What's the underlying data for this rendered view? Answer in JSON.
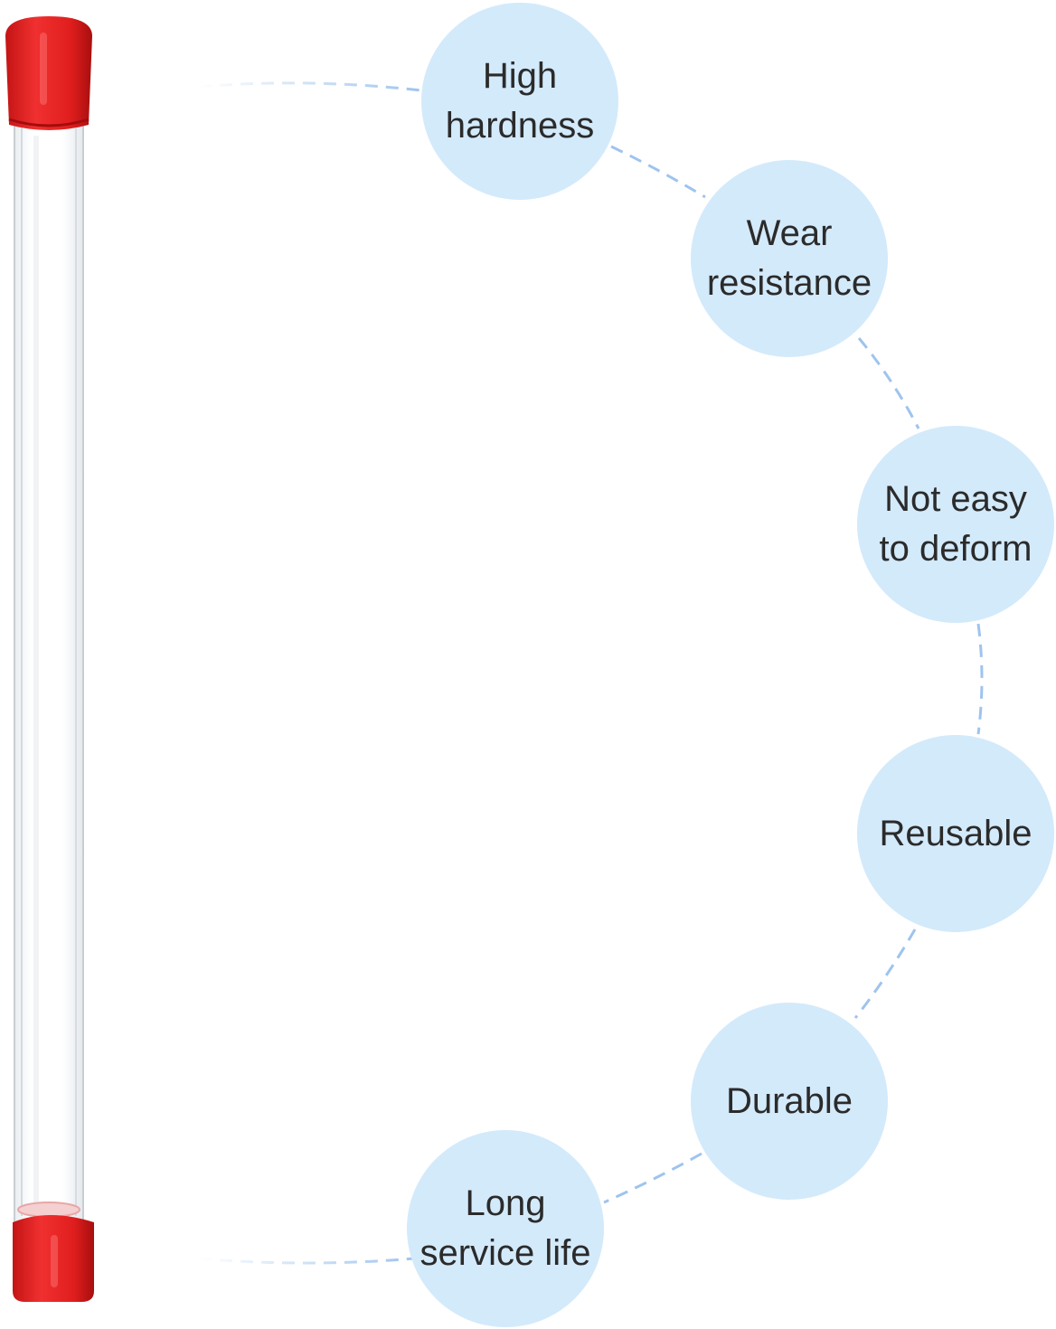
{
  "colors": {
    "bubble_fill": "#d3eafb",
    "connector": "#9ec4ee",
    "cap_red": "#e01e1e",
    "tube_outline": "#c9cdd2",
    "label_text": "#2b2b2b"
  },
  "product": {
    "icon": "clear-tube-with-red-end-caps"
  },
  "features": [
    {
      "lines": [
        "High",
        "hardness"
      ]
    },
    {
      "lines": [
        "Wear",
        "resistance"
      ]
    },
    {
      "lines": [
        "Not easy",
        "to deform"
      ]
    },
    {
      "lines": [
        "Reusable"
      ]
    },
    {
      "lines": [
        "Durable"
      ]
    },
    {
      "lines": [
        "Long",
        "service life"
      ]
    }
  ]
}
